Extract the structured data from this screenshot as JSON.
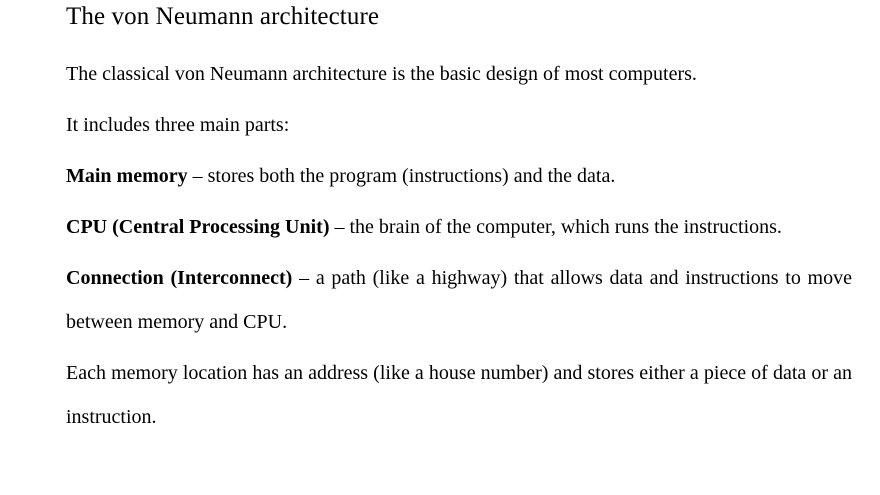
{
  "document": {
    "title": "The von Neumann architecture",
    "paragraphs": [
      {
        "id": "intro",
        "lead": "",
        "text": "The classical von Neumann architecture is the basic design of most computers."
      },
      {
        "id": "parts-intro",
        "lead": "",
        "text": "It includes three main parts:"
      },
      {
        "id": "main-memory",
        "lead": "Main memory",
        "text": " – stores both the program (instructions) and the data."
      },
      {
        "id": "cpu",
        "lead": "CPU (Central Processing Unit)",
        "text": " – the brain of the computer, which runs the instructions."
      },
      {
        "id": "connection",
        "lead": "Connection (Interconnect)",
        "text": " – a path (like a highway) that allows data and instructions to move between memory and CPU."
      },
      {
        "id": "memory-address",
        "lead": "",
        "text": "Each memory location has an address (like a house number) and stores either a piece of data or an instruction."
      }
    ]
  }
}
